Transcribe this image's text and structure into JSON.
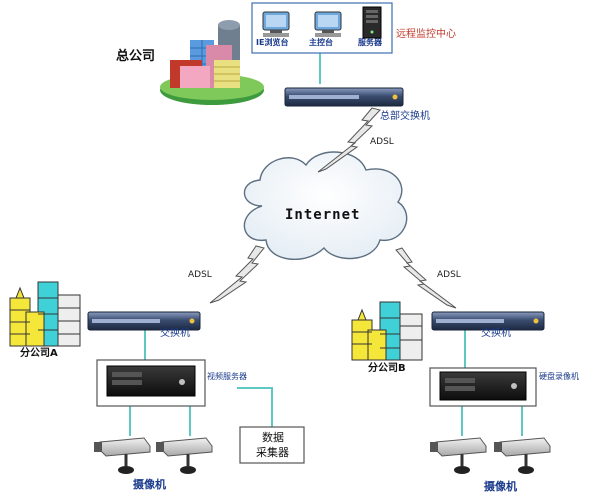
{
  "labels": {
    "headquarters": "总公司",
    "remote_center": "远程监控中心",
    "ie_console": "IE浏览台",
    "master_console": "主控台",
    "server": "服务器",
    "hq_switch": "总部交换机",
    "adsl_hq": "ADSL",
    "internet": "Internet",
    "adsl_branch_a": "ADSL",
    "adsl_branch_b": "ADSL",
    "switch_a": "交换机",
    "switch_b": "交换机",
    "branch_a": "分公司A",
    "branch_b": "分公司B",
    "video_server": "视频服务器",
    "dvr": "硬盘录像机",
    "data_collector_line1": "数据",
    "data_collector_line2": "采集器",
    "camera_a": "摄像机",
    "camera_b": "摄像机"
  },
  "icons": [
    "monitor-icon",
    "server-tower-icon",
    "office-buildings-icon",
    "network-switch-icon",
    "cloud-icon",
    "lightning-link-icon",
    "video-server-icon",
    "dvr-icon",
    "camera-icon"
  ],
  "colors": {
    "link_line": "#5ec9c2",
    "label_blue": "#1a3b8c",
    "remote_red": "#c0392b",
    "switch_body": "#2e3f5c"
  }
}
